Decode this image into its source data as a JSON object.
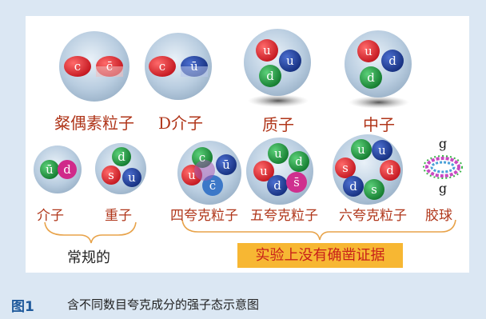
{
  "labels": {
    "charmonium": "粲偶素粒子",
    "d_meson": "D介子",
    "proton": "质子",
    "neutron": "中子",
    "meson": "介子",
    "baryon": "重子",
    "tetraquark": "四夸克粒子",
    "pentaquark": "五夸克粒子",
    "hexaquark": "六夸克粒子",
    "glueball": "胶球",
    "conventional": "常规的",
    "unconfirmed": "实验上没有确凿证据"
  },
  "quarks": {
    "c": "c",
    "cbar": "c̄",
    "u": "u",
    "ubar": "ū",
    "d": "d",
    "s": "s",
    "sbar": "s̄",
    "g": "g"
  },
  "caption": {
    "number": "图1",
    "text": "含不同数目夸克成分的强子态示意图"
  },
  "colors": {
    "red": "#d8202a",
    "blue": "#1f3e93",
    "green": "#1e8a3a",
    "label": "#b0361a",
    "bracket": "#e8a34a"
  }
}
